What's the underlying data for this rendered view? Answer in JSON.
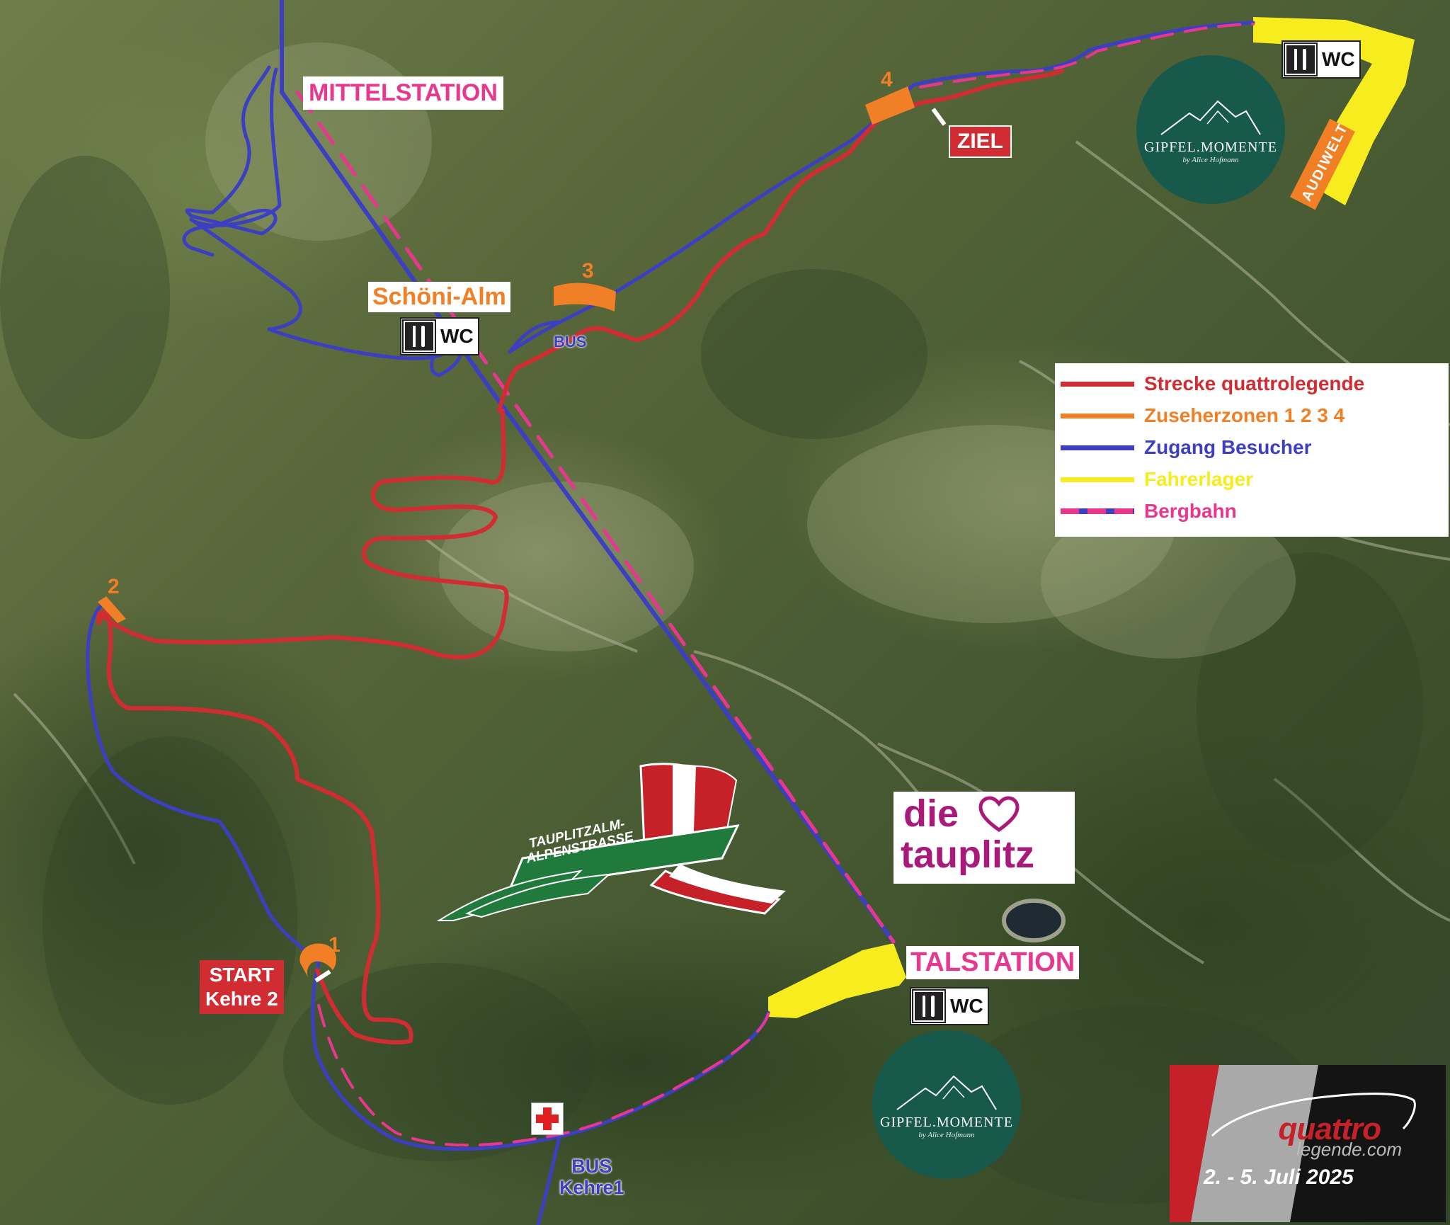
{
  "labels": {
    "mittelstation": "MITTELSTATION",
    "talstation": "TALSTATION",
    "schoeni_alm": "Schöni-Alm",
    "ziel": "ZIEL",
    "start_line1": "START",
    "start_line2": "Kehre 2",
    "bus_top": "BUS",
    "bus_bottom_line1": "BUS",
    "bus_bottom_line2": "Kehre1",
    "audiwelt": "AUDIWELT",
    "wc": "WC"
  },
  "zones": {
    "z1": "1",
    "z2": "2",
    "z3": "3",
    "z4": "4"
  },
  "legend": [
    {
      "text": "Strecke quattrolegende",
      "color": "#d22c33",
      "style": "solid"
    },
    {
      "text": "Zuseherzonen 1 2 3 4",
      "color": "#f07f25",
      "style": "solid"
    },
    {
      "text": "Zugang Besucher",
      "color": "#3d3fc2",
      "style": "solid"
    },
    {
      "text": "Fahrerlager",
      "color": "#f7ec1e",
      "style": "solid"
    },
    {
      "text": "Bergbahn",
      "color": "#e8378e",
      "style": "dashed"
    }
  ],
  "gipfel_logo": {
    "name": "GIPFEL.MOMENTE",
    "sub": "by Alice Hofmann"
  },
  "alpenstrasse": {
    "line1": "TAUPLITZALM-",
    "line2": "ALPENSTRASSE"
  },
  "die_tauplitz": {
    "line1": "die",
    "line2": "tauplitz"
  },
  "quattro": {
    "brand": "quattro",
    "sub": "legende.com",
    "date": "2. - 5. Juli 2025"
  },
  "colors": {
    "route": "#d22c33",
    "spectator": "#f07f25",
    "access": "#3d3fc2",
    "paddock": "#f7ec1e",
    "cablecar": "#e8378e"
  },
  "icons": {
    "wc": "cutlery-icon",
    "first_aid": "red-cross-icon"
  }
}
